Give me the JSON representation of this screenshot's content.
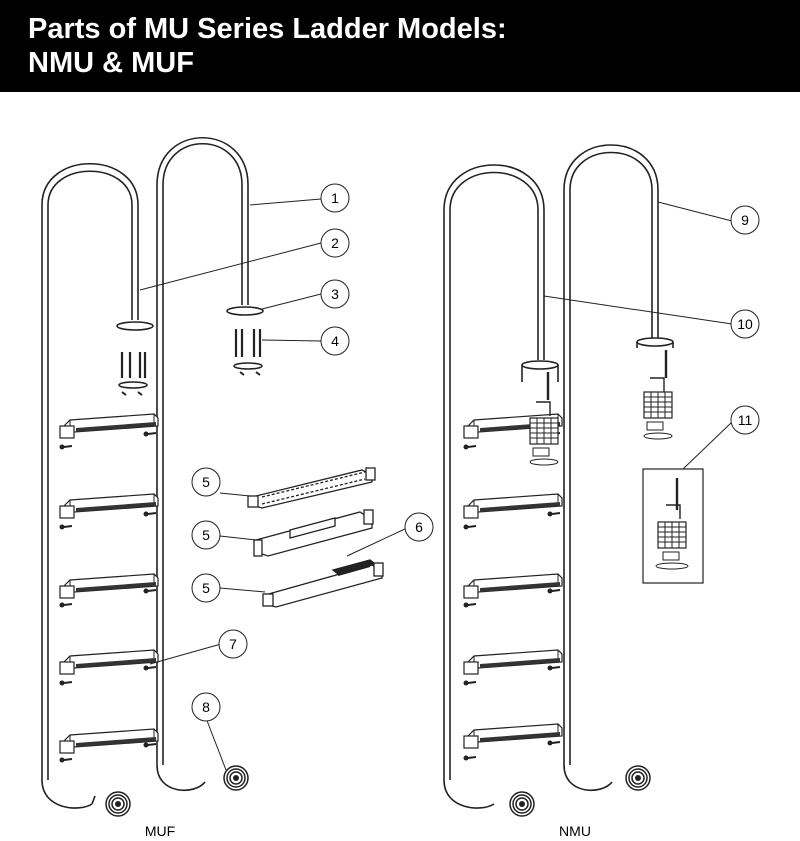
{
  "header": {
    "title_line1": "Parts of MU Series Ladder Models:",
    "title_line2": "NMU & MUF"
  },
  "models": {
    "muf_label": "MUF",
    "nmu_label": "NMU"
  },
  "callouts": {
    "c1": "1",
    "c2": "2",
    "c3": "3",
    "c4": "4",
    "c5a": "5",
    "c5b": "5",
    "c5c": "5",
    "c6": "6",
    "c7": "7",
    "c8": "8",
    "c9": "9",
    "c10": "10",
    "c11": "11"
  },
  "colors": {
    "background": "#ffffff",
    "title_bar": "#000000",
    "title_text": "#ffffff",
    "line": "#222222"
  }
}
